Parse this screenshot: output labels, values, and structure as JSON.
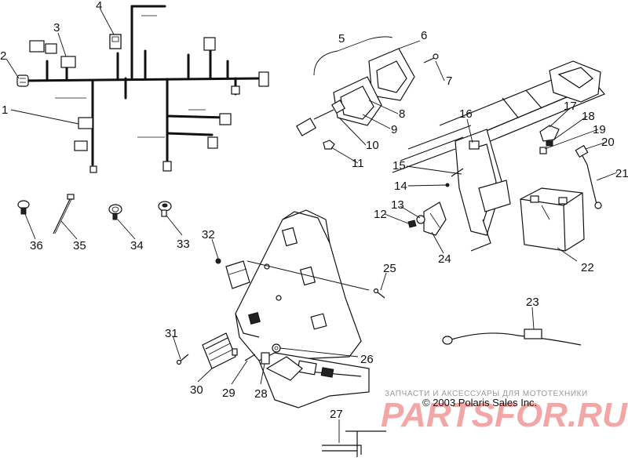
{
  "callouts": [
    {
      "id": "n1",
      "text": "1"
    },
    {
      "id": "n2",
      "text": "2"
    },
    {
      "id": "n3",
      "text": "3"
    },
    {
      "id": "n4",
      "text": "4"
    },
    {
      "id": "n5",
      "text": "5"
    },
    {
      "id": "n6",
      "text": "6"
    },
    {
      "id": "n7",
      "text": "7"
    },
    {
      "id": "n8",
      "text": "8"
    },
    {
      "id": "n9",
      "text": "9"
    },
    {
      "id": "n10",
      "text": "10"
    },
    {
      "id": "n11",
      "text": "11"
    },
    {
      "id": "n12",
      "text": "12"
    },
    {
      "id": "n13",
      "text": "13"
    },
    {
      "id": "n14",
      "text": "14"
    },
    {
      "id": "n15",
      "text": "15"
    },
    {
      "id": "n16",
      "text": "16"
    },
    {
      "id": "n17",
      "text": "17"
    },
    {
      "id": "n18",
      "text": "18"
    },
    {
      "id": "n19",
      "text": "19"
    },
    {
      "id": "n20",
      "text": "20"
    },
    {
      "id": "n21",
      "text": "21"
    },
    {
      "id": "n22",
      "text": "22"
    },
    {
      "id": "n23",
      "text": "23"
    },
    {
      "id": "n24",
      "text": "24"
    },
    {
      "id": "n25",
      "text": "25"
    },
    {
      "id": "n26",
      "text": "26"
    },
    {
      "id": "n27",
      "text": "27"
    },
    {
      "id": "n28",
      "text": "28"
    },
    {
      "id": "n29",
      "text": "29"
    },
    {
      "id": "n30",
      "text": "30"
    },
    {
      "id": "n31",
      "text": "31"
    },
    {
      "id": "n32",
      "text": "32"
    },
    {
      "id": "n33",
      "text": "33"
    },
    {
      "id": "n34",
      "text": "34"
    },
    {
      "id": "n35",
      "text": "35"
    },
    {
      "id": "n36",
      "text": "36"
    }
  ],
  "copyright": "© 2003 Polaris Sales Inc.",
  "watermark": {
    "caption": "ЗАПЧАСТИ И АКСЕССУАРЫ ДЛЯ МОТОТЕХНИКИ",
    "brand": "PARTSFOR.RU"
  },
  "colors": {
    "line": "#111111",
    "background": "#ffffff",
    "watermark_brand": "#f2a6a6",
    "watermark_caption": "#999999"
  }
}
